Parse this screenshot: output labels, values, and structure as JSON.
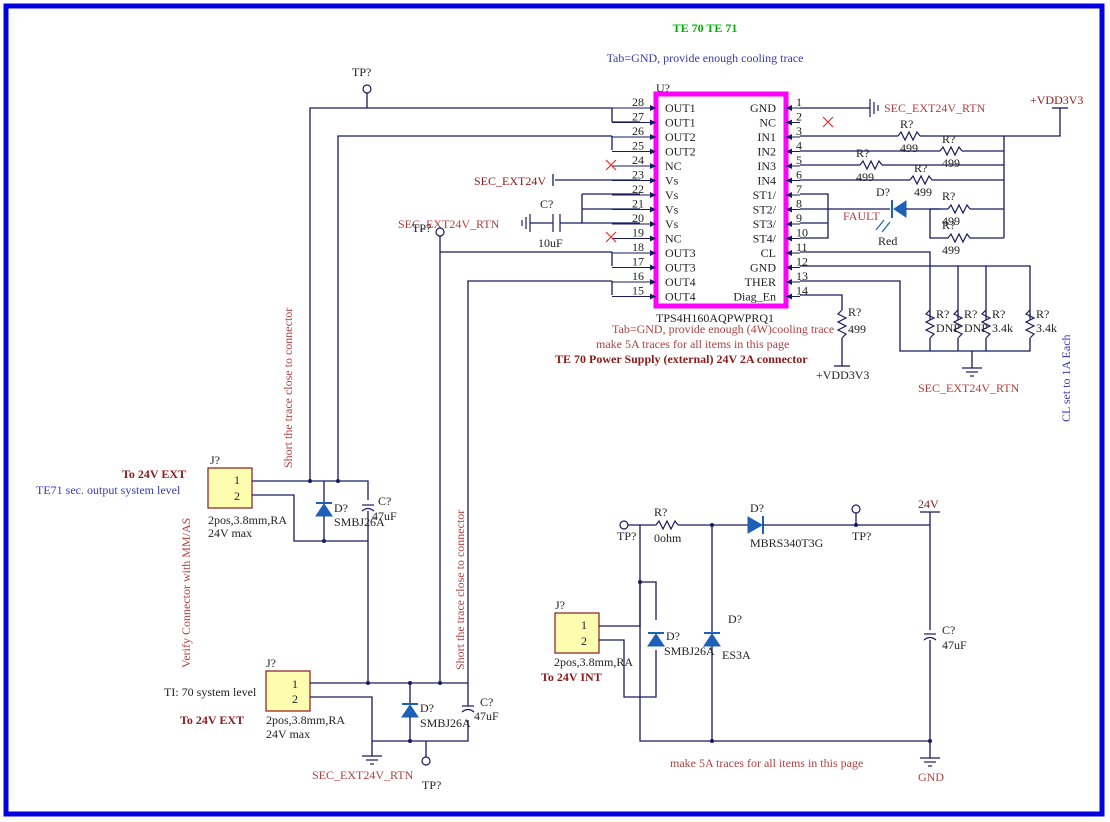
{
  "title": "TE 70 TE 71",
  "notes": {
    "tab_gnd_top": "Tab=GND, provide enough cooling trace",
    "tab_gnd_4w": "Tab=GND, provide enough (4W)cooling trace",
    "make_5a_top": "make 5A traces for all items in this page",
    "te70_power": "TE 70 Power Supply (external) 24V 2A connector",
    "short_trace_1": "Short the trace close to connector",
    "short_trace_2": "Short the trace close to connector",
    "verify_connector": "Verify Connector with MM/AS",
    "cl_set": "CL set to 1A Each",
    "make_5a_bottom": "make 5A traces for all items in this page"
  },
  "ic": {
    "ref": "U?",
    "part": "TPS4H160AQPWPRQ1",
    "left_pins": [
      {
        "num": "28",
        "name": "OUT1"
      },
      {
        "num": "27",
        "name": "OUT1"
      },
      {
        "num": "26",
        "name": "OUT2"
      },
      {
        "num": "25",
        "name": "OUT2"
      },
      {
        "num": "24",
        "name": "NC"
      },
      {
        "num": "23",
        "name": "Vs"
      },
      {
        "num": "22",
        "name": "Vs"
      },
      {
        "num": "21",
        "name": "Vs"
      },
      {
        "num": "20",
        "name": "Vs"
      },
      {
        "num": "19",
        "name": "NC"
      },
      {
        "num": "18",
        "name": "OUT3"
      },
      {
        "num": "17",
        "name": "OUT3"
      },
      {
        "num": "16",
        "name": "OUT4"
      },
      {
        "num": "15",
        "name": "OUT4"
      }
    ],
    "right_pins": [
      {
        "num": "1",
        "name": "GND"
      },
      {
        "num": "2",
        "name": "NC"
      },
      {
        "num": "3",
        "name": "IN1"
      },
      {
        "num": "4",
        "name": "IN2"
      },
      {
        "num": "5",
        "name": "IN3"
      },
      {
        "num": "6",
        "name": "IN4"
      },
      {
        "num": "7",
        "name": "ST1/"
      },
      {
        "num": "8",
        "name": "ST2/"
      },
      {
        "num": "9",
        "name": "ST3/"
      },
      {
        "num": "10",
        "name": "ST4/"
      },
      {
        "num": "11",
        "name": "CL"
      },
      {
        "num": "12",
        "name": "GND"
      },
      {
        "num": "13",
        "name": "THER"
      },
      {
        "num": "14",
        "name": "Diag_En"
      }
    ]
  },
  "nets": {
    "sec_ext24v_rtn_1": "SEC_EXT24V_RTN",
    "sec_ext24v": "SEC_EXT24V",
    "sec_ext24v_rtn_2": "SEC_EXT24V_RTN",
    "vdd3v3_top": "+VDD3V3",
    "vdd3v3_bottom": "+VDD3V3",
    "sec_ext24v_rtn_3": "SEC_EXT24V_RTN",
    "sec_ext24v_rtn_4": "SEC_EXT24V_RTN",
    "v24": "24V",
    "gnd": "GND"
  },
  "components": {
    "tp": "TP?",
    "cap_ref": "C?",
    "cap_10uf": "10uF",
    "cap_47uf": "47uF",
    "res_ref": "R?",
    "r499": "499",
    "r3_4k": "3.4k",
    "dnp": "DNP",
    "diode_ref": "D?",
    "fault": "FAULT",
    "red": "Red",
    "smbj": "SMBJ26A",
    "mbrs": "MBRS340T3G",
    "es3a": "ES3A",
    "r0ohm": "0ohm",
    "conn_ref": "J?",
    "pin1": "1",
    "pin2": "2",
    "conn_desc": "2pos,3.8mm,RA",
    "v24max": "24V max",
    "to_24v_ext_1": "To 24V EXT",
    "te71_sec": "TE71 sec. output system level",
    "to_24v_ext_2": "To 24V EXT",
    "ti70_sys": "TI: 70 system level",
    "to_24v_int": "To 24V INT"
  },
  "colors": {
    "border": "#0000e0",
    "ic_outline": "#ff00ff",
    "wire": "#1a1a60",
    "diode": "#1e5fb8",
    "connector_fill": "#fdfdb0",
    "title_green": "#00b000",
    "note_red": "#b04040"
  }
}
